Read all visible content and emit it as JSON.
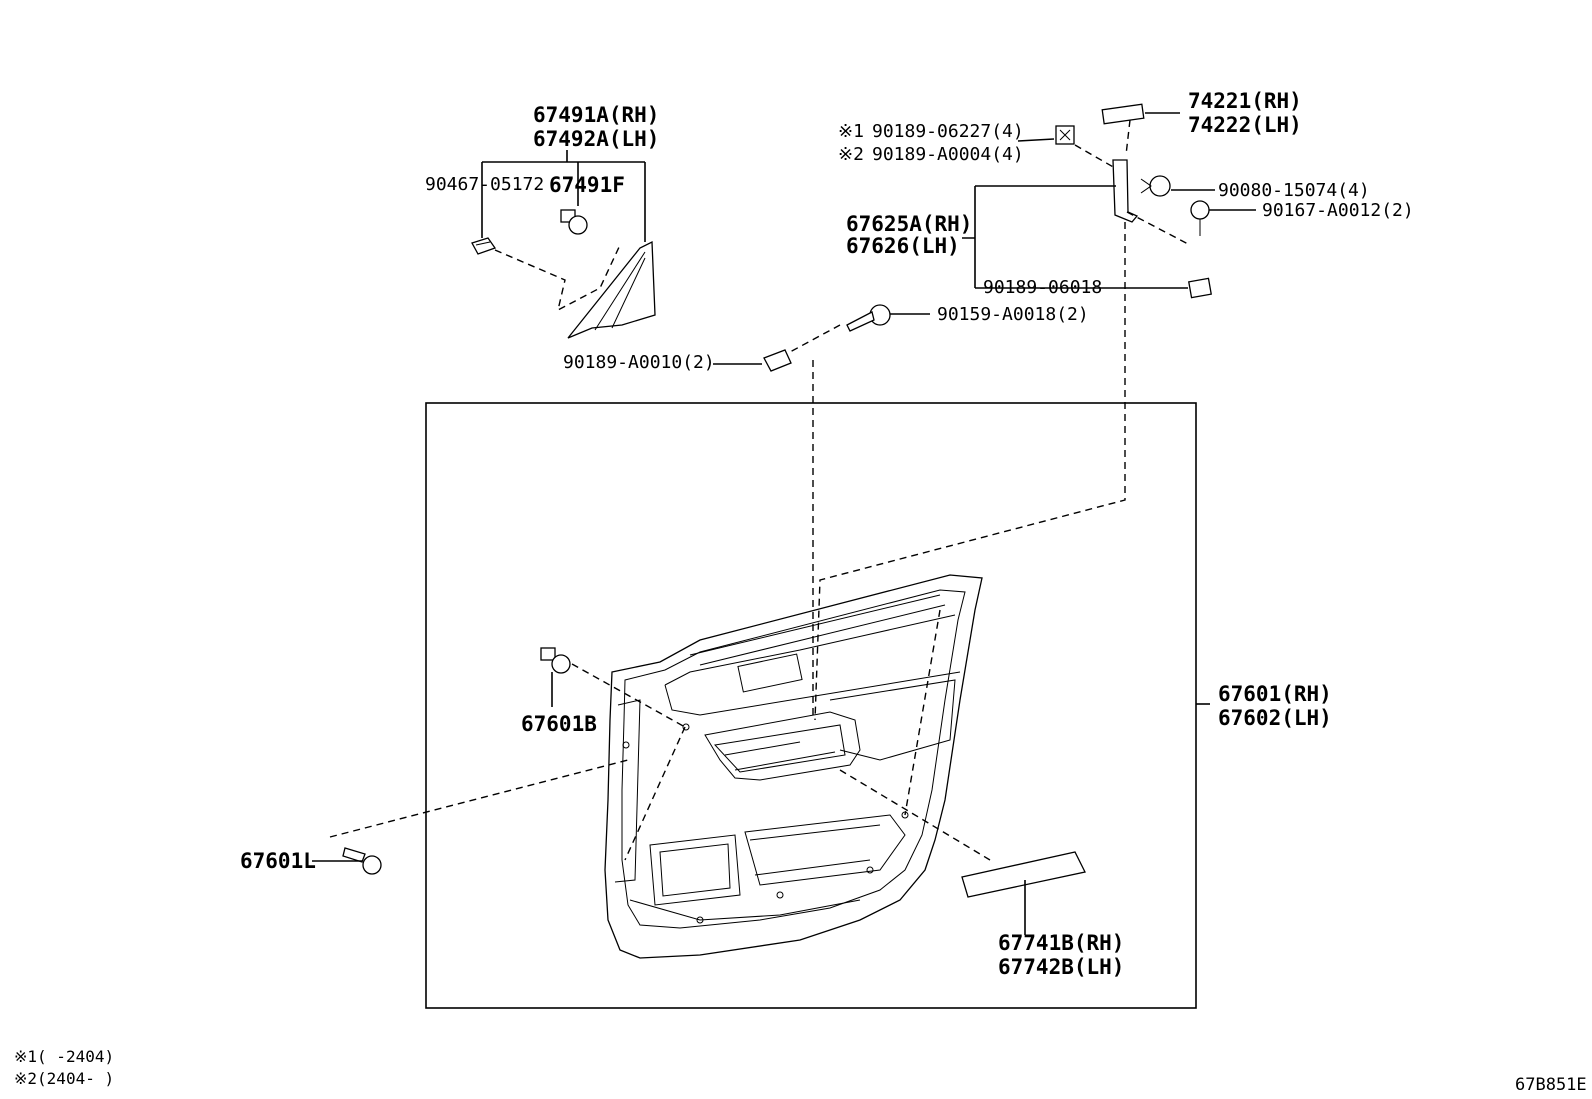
{
  "labels": {
    "p67491A": "67491A(RH)",
    "p67492A": "67492A(LH)",
    "p90467": "90467-05172",
    "p67491F": "67491F",
    "n1_code": "90189-06227(4)",
    "n2_code": "90189-A0004(4)",
    "n1_mark": "※1",
    "n2_mark": "※2",
    "p74221": "74221(RH)",
    "p74222": "74222(LH)",
    "p90080": "90080-15074(4)",
    "p90167": "90167-A0012(2)",
    "p67625A": "67625A(RH)",
    "p67626": "67626(LH)",
    "p90189_06018": "90189-06018",
    "p90159": "90159-A0018(2)",
    "p90189_A0010": "90189-A0010(2)",
    "p67601B": "67601B",
    "p67601": "67601(RH)",
    "p67602": "67602(LH)",
    "p67601L": "67601L",
    "p67741B": "67741B(RH)",
    "p67742B": "67742B(LH)"
  },
  "footnotes": {
    "note1": "※1(     -2404)",
    "note2": "※2(2404-     )"
  },
  "diagram_code": "67B851E"
}
